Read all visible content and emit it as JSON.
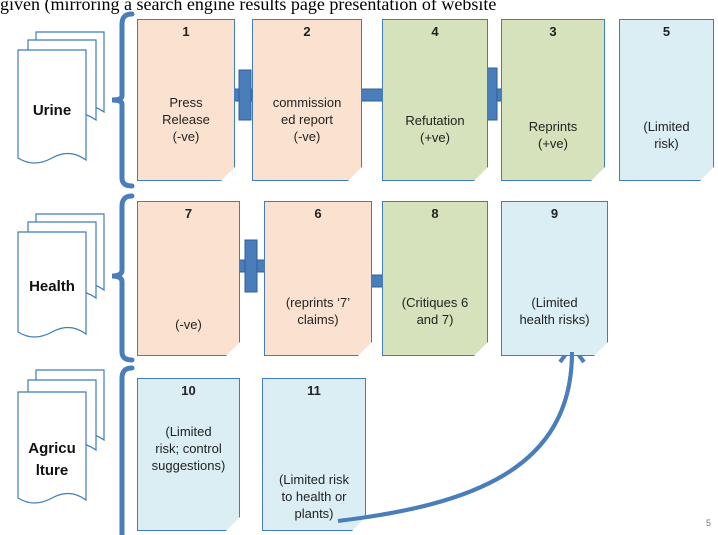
{
  "caption": "given (mirroring a search engine results page presentation of website",
  "rows": [
    {
      "label": "Urine"
    },
    {
      "label": "Health"
    },
    {
      "label_lines": [
        "Agricu",
        "lture"
      ]
    }
  ],
  "docs": [
    {
      "num": "1",
      "lines": [
        "Press",
        "Release",
        "(-ve)"
      ]
    },
    {
      "num": "2",
      "lines": [
        "commission",
        "ed report",
        "(-ve)"
      ]
    },
    {
      "num": "4",
      "lines": [
        "Refutation",
        "(+ve)"
      ]
    },
    {
      "num": "3",
      "lines": [
        "Reprints",
        "(+ve)"
      ]
    },
    {
      "num": "5",
      "lines": [
        "(Limited",
        "risk)"
      ]
    },
    {
      "num": "7",
      "lines": [
        "(-ve)"
      ]
    },
    {
      "num": "6",
      "lines": [
        "(reprints ‘7’",
        "claims)"
      ]
    },
    {
      "num": "8",
      "lines": [
        "(Critiques 6",
        "and 7)"
      ]
    },
    {
      "num": "9",
      "lines": [
        "(Limited",
        "health risks)"
      ]
    },
    {
      "num": "10",
      "lines": [
        "(Limited",
        "risk; control",
        "suggestions)"
      ]
    },
    {
      "num": "11",
      "lines": [
        "(Limited risk",
        "to health or",
        "plants)"
      ]
    }
  ],
  "corner_mark": "5",
  "colors": {
    "peach": "#fbe2d0",
    "green": "#d5e2bb",
    "blue": "#dbeef4",
    "accent": "#4a7ebb"
  }
}
